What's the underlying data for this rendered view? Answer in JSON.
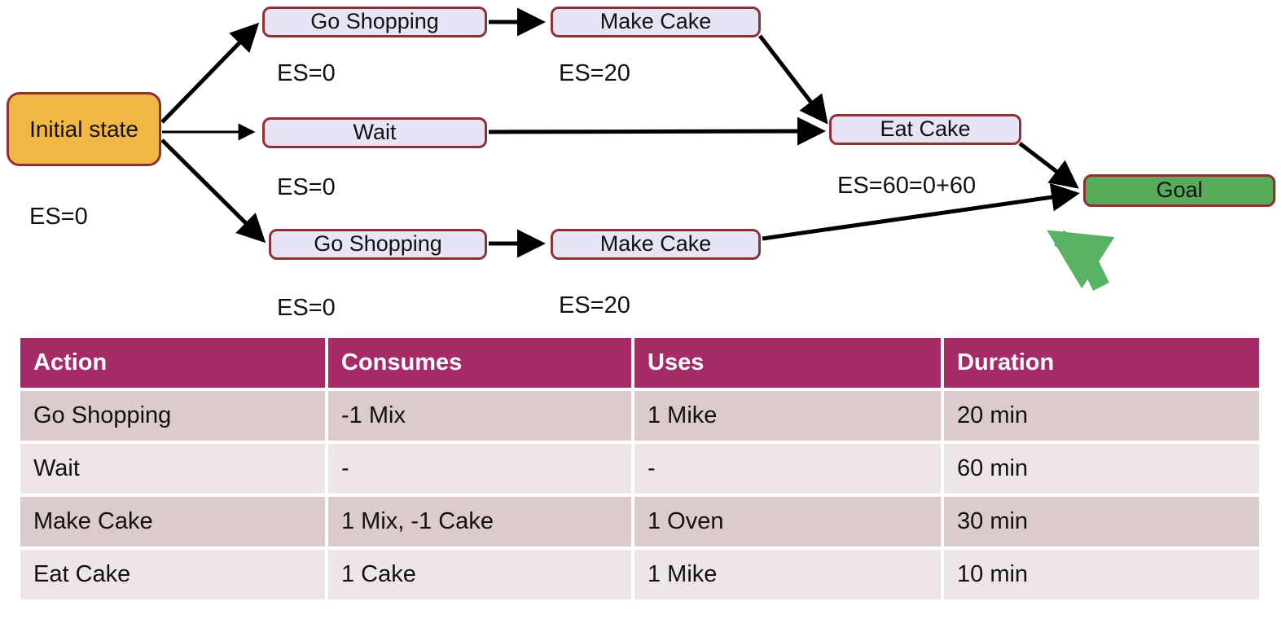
{
  "diagram": {
    "initial": {
      "label": "Initial state",
      "es": "ES=0"
    },
    "go_shopping_top": {
      "label": "Go Shopping",
      "es": "ES=0"
    },
    "make_cake_top": {
      "label": "Make Cake",
      "es": "ES=20"
    },
    "wait": {
      "label": "Wait",
      "es": "ES=0"
    },
    "eat_cake": {
      "label": "Eat Cake",
      "es": "ES=60=0+60"
    },
    "go_shopping_bottom": {
      "label": "Go Shopping",
      "es": "ES=0"
    },
    "make_cake_bottom": {
      "label": "Make Cake",
      "es": "ES=20"
    },
    "goal": {
      "label": "Goal"
    }
  },
  "table": {
    "headers": [
      "Action",
      "Consumes",
      "Uses",
      "Duration"
    ],
    "rows": [
      [
        "Go Shopping",
        "-1 Mix",
        "1 Mike",
        "20 min"
      ],
      [
        "Wait",
        "-",
        "-",
        "60 min"
      ],
      [
        "Make Cake",
        "1 Mix, -1 Cake",
        "1 Oven",
        "30 min"
      ],
      [
        "Eat Cake",
        "1 Cake",
        "1 Mike",
        "10 min"
      ]
    ]
  },
  "colors": {
    "initial_fill": "#F2B644",
    "action_fill": "#E9E3F6",
    "goal_fill": "#57AB59",
    "node_border": "#8C3332",
    "black_arrow": "#000000",
    "green_arrow": "#58B264",
    "table_header_bg": "#A72A68",
    "table_row_dark": "#DBCBCB",
    "table_row_light": "#EEE5E6"
  }
}
